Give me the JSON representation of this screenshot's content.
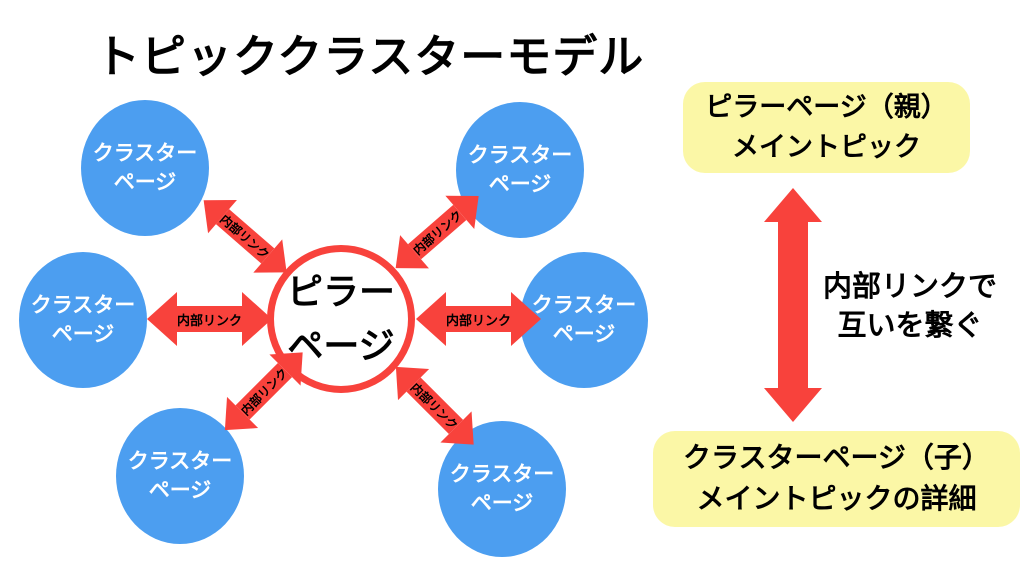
{
  "title": "トピッククラスターモデル",
  "colors": {
    "node_blue": "#4c9ef0",
    "arrow_red": "#f8423c",
    "legend_yellow": "#fbf7a6",
    "text_black": "#000000",
    "node_text_white": "#ffffff"
  },
  "diagram": {
    "pillar": {
      "line1": "ピラー",
      "line2": "ページ"
    },
    "clusters": [
      {
        "line1": "クラスター",
        "line2": "ページ"
      },
      {
        "line1": "クラスター",
        "line2": "ページ"
      },
      {
        "line1": "クラスター",
        "line2": "ページ"
      },
      {
        "line1": "クラスター",
        "line2": "ページ"
      },
      {
        "line1": "クラスター",
        "line2": "ページ"
      },
      {
        "line1": "クラスター",
        "line2": "ページ"
      }
    ],
    "links": [
      "内部リンク",
      "内部リンク",
      "内部リンク",
      "内部リンク",
      "内部リンク",
      "内部リンク"
    ]
  },
  "legend": {
    "pillar_box": {
      "line1": "ピラーページ（親）",
      "line2": "メイントピック"
    },
    "caption": {
      "line1": "内部リンクで",
      "line2": "互いを繋ぐ"
    },
    "cluster_box": {
      "line1": "クラスターページ（子）",
      "line2": "メイントピックの詳細"
    }
  }
}
